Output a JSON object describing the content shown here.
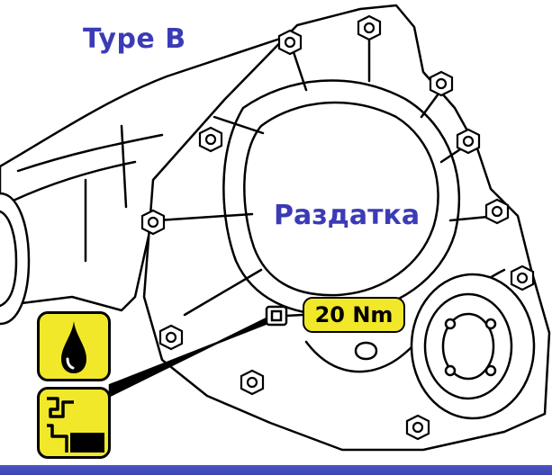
{
  "labels": {
    "type": "Type B",
    "part": "Раздатка",
    "torque": "20 Nm"
  },
  "icons": {
    "oil": "oil-drop-icon",
    "plug": "filler-plug-icon"
  },
  "colors": {
    "label_blue": "#3b3bb6",
    "badge_yellow": "#f2e82a",
    "footer_blue": "#4050b8",
    "outline": "#000000"
  }
}
